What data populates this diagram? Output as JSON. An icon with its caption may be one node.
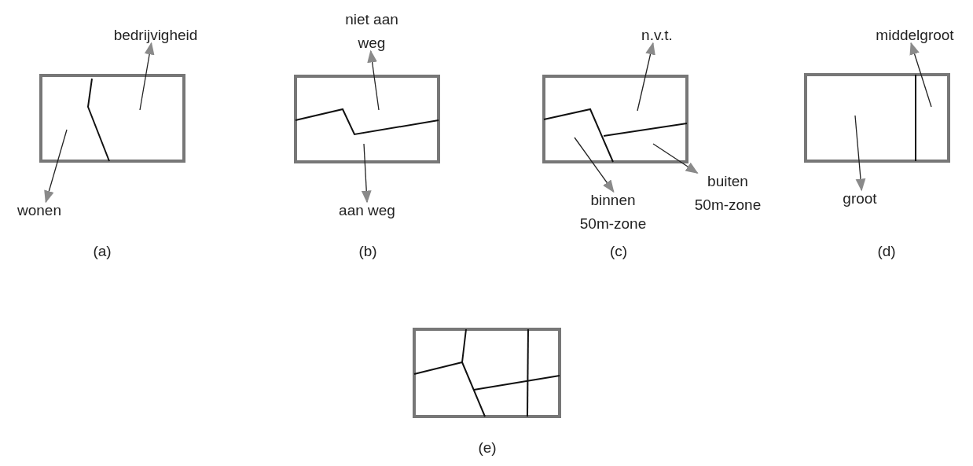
{
  "diagram": {
    "nodes": [
      {
        "text": [
          "bedrijvigheid"
        ]
      },
      {
        "text": [
          "wonen"
        ]
      },
      {
        "text": [
          "niet aan weg"
        ]
      },
      {
        "text": [
          "aan weg"
        ]
      },
      {
        "text": [
          "n.v.t."
        ]
      },
      {
        "text": [
          "binnen 50m-zone"
        ]
      },
      {
        "text": [
          "buiten 50m-zone"
        ]
      },
      {
        "text": [
          "middelgroot"
        ]
      },
      {
        "text": [
          "groot"
        ]
      },
      {
        "text": [],
        "shape": "box"
      },
      {
        "text": [],
        "shape": "box"
      },
      {
        "text": [],
        "shape": "box"
      },
      {
        "text": [],
        "shape": "box"
      },
      {
        "text": [],
        "shape": "box"
      }
    ],
    "edges": [
      {
        "from": 9,
        "to": 0,
        "arrow": "to"
      },
      {
        "from": 9,
        "to": 1,
        "arrow": "to"
      },
      {
        "from": 10,
        "to": 2,
        "arrow": "to"
      },
      {
        "from": 10,
        "to": 3,
        "arrow": "to"
      },
      {
        "from": 11,
        "to": 4,
        "arrow": "to"
      },
      {
        "from": 11,
        "to": 5,
        "arrow": "to"
      },
      {
        "from": 11,
        "to": 6,
        "arrow": "to"
      },
      {
        "from": 12,
        "to": 7,
        "arrow": "to"
      },
      {
        "from": 12,
        "to": 8,
        "arrow": "to"
      }
    ],
    "labels": [
      "(a)",
      "(b)",
      "(c)",
      "(d)",
      "(e)"
    ]
  }
}
